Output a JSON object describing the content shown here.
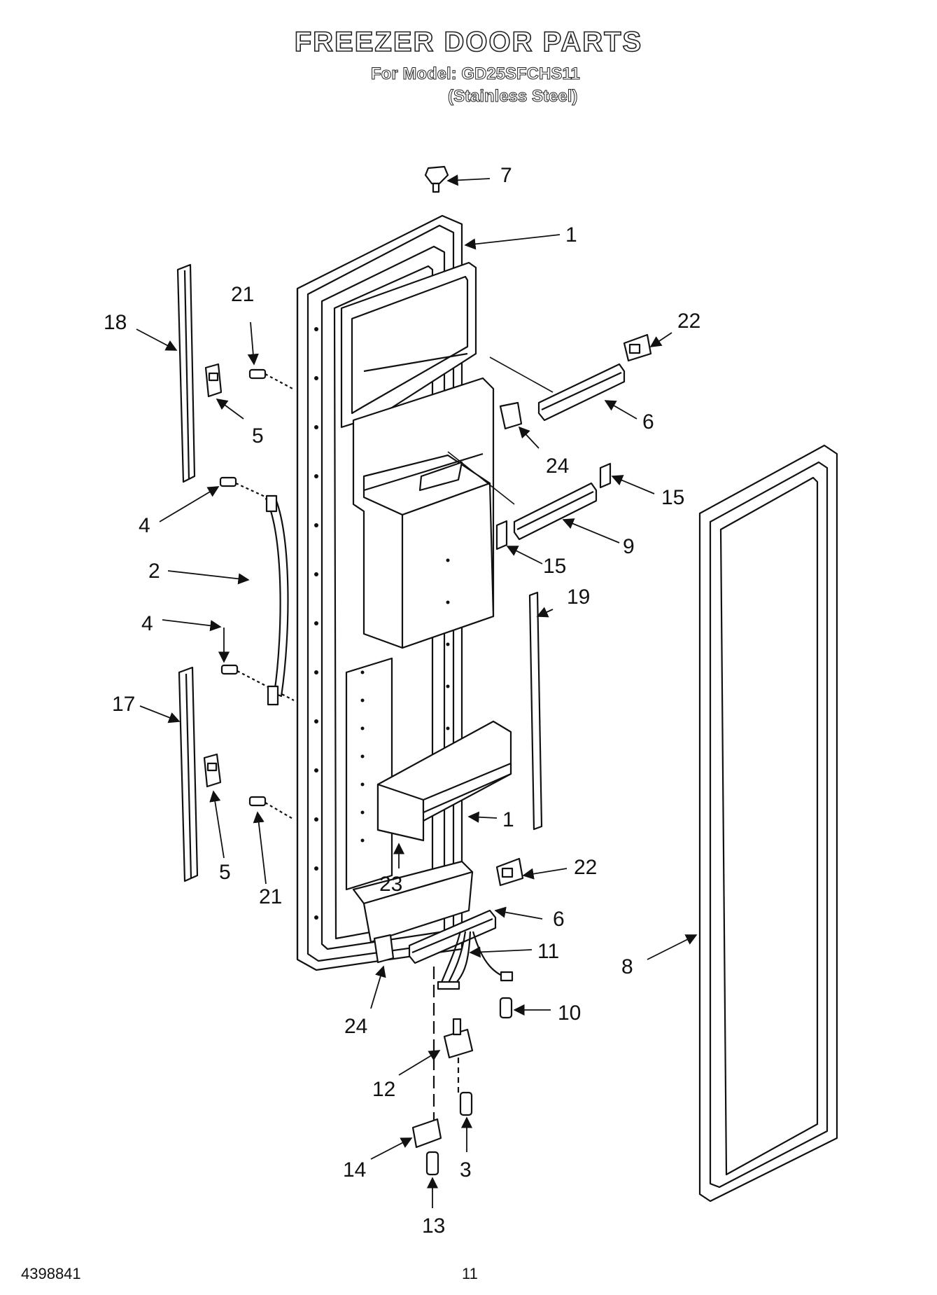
{
  "header": {
    "title": "FREEZER DOOR PARTS",
    "model_line": "For Model: GD25SFCHS11",
    "finish_line": "(Stainless Steel)"
  },
  "footer": {
    "doc_number": "4398841",
    "page_number": "11"
  },
  "callouts": [
    {
      "id": "c7",
      "label": "7"
    },
    {
      "id": "c1a",
      "label": "1"
    },
    {
      "id": "c21a",
      "label": "21"
    },
    {
      "id": "c18",
      "label": "18"
    },
    {
      "id": "c22a",
      "label": "22"
    },
    {
      "id": "c5a",
      "label": "5"
    },
    {
      "id": "c6a",
      "label": "6"
    },
    {
      "id": "c24a",
      "label": "24"
    },
    {
      "id": "c15a",
      "label": "15"
    },
    {
      "id": "c4a",
      "label": "4"
    },
    {
      "id": "c9",
      "label": "9"
    },
    {
      "id": "c15b",
      "label": "15"
    },
    {
      "id": "c2",
      "label": "2"
    },
    {
      "id": "c19",
      "label": "19"
    },
    {
      "id": "c4b",
      "label": "4"
    },
    {
      "id": "c17",
      "label": "17"
    },
    {
      "id": "c1b",
      "label": "1"
    },
    {
      "id": "c5b",
      "label": "5"
    },
    {
      "id": "c21b",
      "label": "21"
    },
    {
      "id": "c23",
      "label": "23"
    },
    {
      "id": "c22b",
      "label": "22"
    },
    {
      "id": "c6b",
      "label": "6"
    },
    {
      "id": "c11",
      "label": "11"
    },
    {
      "id": "c8",
      "label": "8"
    },
    {
      "id": "c24b",
      "label": "24"
    },
    {
      "id": "c10",
      "label": "10"
    },
    {
      "id": "c12",
      "label": "12"
    },
    {
      "id": "c14",
      "label": "14"
    },
    {
      "id": "c3",
      "label": "3"
    },
    {
      "id": "c13",
      "label": "13"
    }
  ]
}
